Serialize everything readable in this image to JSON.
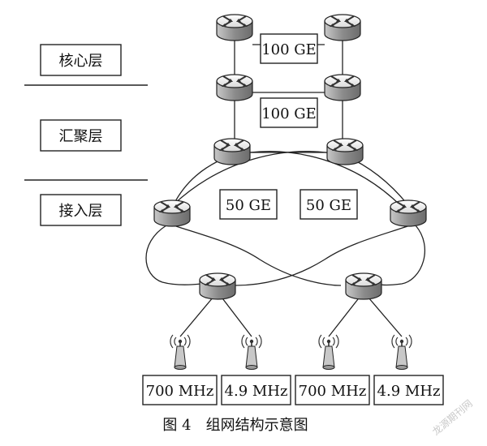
{
  "layers": {
    "core": "核心层",
    "aggregation": "汇聚层",
    "access": "接入层"
  },
  "links": {
    "core_top": "100 GE",
    "core_mid": "100 GE",
    "access_left": "50 GE",
    "access_right": "50 GE"
  },
  "frequencies": [
    "700 MHz",
    "4.9 MHz",
    "700 MHz",
    "4.9 MHz"
  ],
  "caption": "图 4　组网结构示意图",
  "watermark": "龙源期刊网",
  "icons": {
    "router": "router-icon",
    "antenna": "antenna-icon"
  },
  "colors": {
    "line": "#222222",
    "router_top": "#f4f4f4",
    "router_side": "#9a9a9a"
  }
}
